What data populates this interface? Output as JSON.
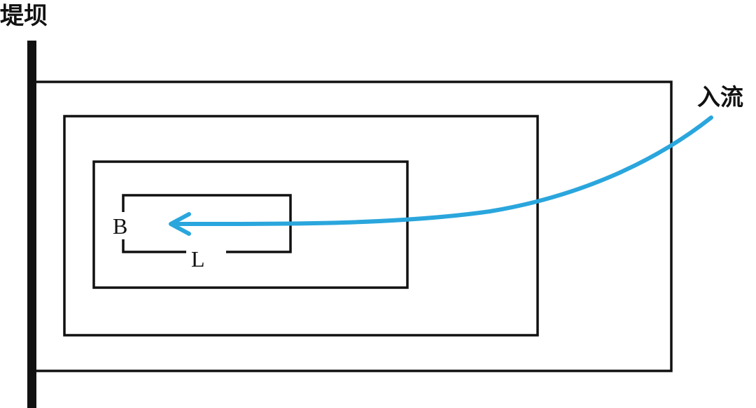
{
  "labels": {
    "dam": "堤坝",
    "inflow": "入流",
    "width_symbol": "B",
    "length_symbol": "L"
  },
  "colors": {
    "line": "#111111",
    "flow_arrow": "#2aa6dd",
    "background": "#ffffff"
  },
  "diagram": {
    "nested_zone_count": 4
  }
}
